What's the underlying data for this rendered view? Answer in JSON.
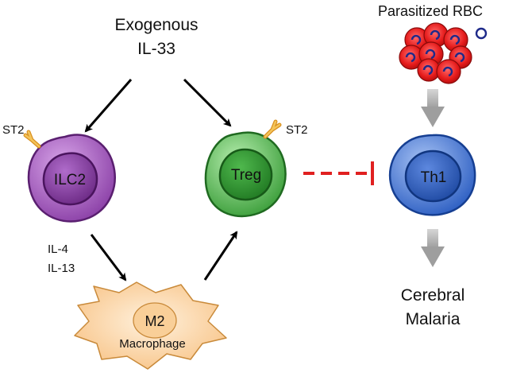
{
  "labels": {
    "exogenous_line1": "Exogenous",
    "exogenous_line2": "IL-33",
    "parasitized_rbc": "Parasitized RBC",
    "st2_left": "ST2",
    "st2_right": "ST2",
    "il4": "IL-4",
    "il13": "IL-13",
    "cerebral": "Cerebral",
    "malaria": "Malaria"
  },
  "cells": {
    "ilc2": {
      "name": "ILC2",
      "outer_color": "#9b4fb5",
      "inner_color": "#7d3296"
    },
    "treg": {
      "name": "Treg",
      "outer_color": "#49b548",
      "inner_color": "#2f8f31"
    },
    "th1": {
      "name": "Th1",
      "outer_color": "#3f6fd0",
      "inner_color": "#2a57b8"
    },
    "macrophage": {
      "name_line1": "M2",
      "name_line2": "Macrophage",
      "fill_color": "#fcd7a9"
    }
  },
  "colors": {
    "receptor": "#e8a13a",
    "inhibition": "#e02020",
    "rbc": "#e01818",
    "parasite": "#1e2a8a",
    "flow_arrow": "#a8a8a8"
  }
}
